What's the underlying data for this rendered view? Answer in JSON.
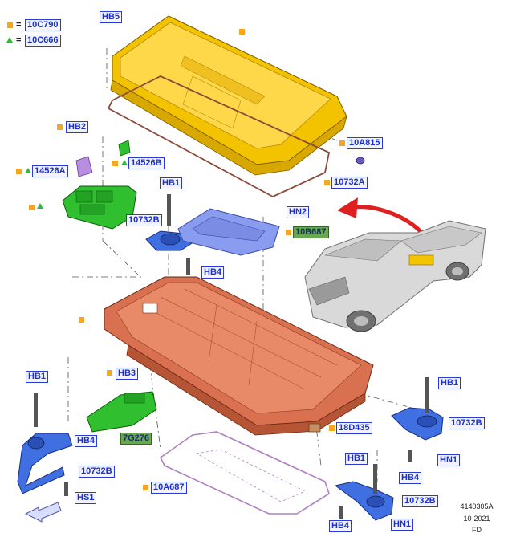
{
  "legend": {
    "square_code": "10C790",
    "triangle_code": "10C666"
  },
  "callouts": {
    "hb5": "HB5",
    "hb2": "HB2",
    "p14526b": "14526B",
    "p14526a": "14526A",
    "hb1_top": "HB1",
    "p10732b_top": "10732B",
    "hn2": "HN2",
    "p10b687": "10B687",
    "hb4_mid": "HB4",
    "p10a815": "10A815",
    "p10732a": "10732A",
    "hb3": "HB3",
    "hb1_left": "HB1",
    "hb4_left": "HB4",
    "p7g276": "7G276",
    "p10732b_left": "10732B",
    "hs1": "HS1",
    "p10a687": "10A687",
    "p18d435": "18D435",
    "hb1_right": "HB1",
    "p10732b_right": "10732B",
    "hn1_right": "HN1",
    "hb4_right": "HB4",
    "hb1_bottom": "HB1",
    "p10732b_bottom": "10732B",
    "hb4_bottom": "HB4",
    "hn1_bottom": "HN1"
  },
  "footer": {
    "figure_id": "4140305A",
    "date": "10-2021",
    "code": "FD"
  },
  "colors": {
    "lid": "#f2c200",
    "tray": "#d9704f",
    "bracket": "#2f5fd0",
    "module": "#2fbf2f",
    "gasket_top": "#8a4a3a",
    "gasket_bottom": "#b080c0",
    "marker_square": "#f5a623",
    "marker_triangle": "#2dbb3a",
    "arrow": "#e02020"
  },
  "icons": {
    "direction_arrow": "front-arrow-icon",
    "vehicle": "pickup-truck-icon"
  }
}
